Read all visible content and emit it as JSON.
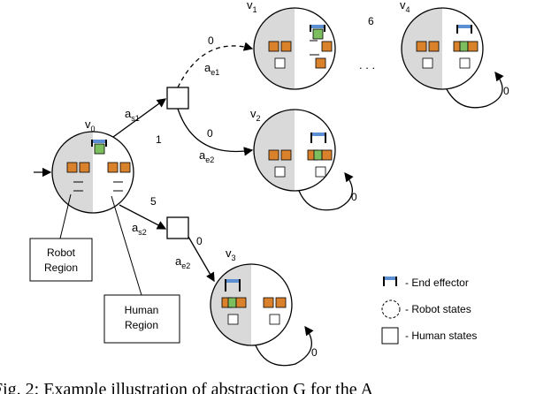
{
  "nodes": {
    "v0": {
      "name": "v",
      "sub": "0"
    },
    "v1": {
      "name": "v",
      "sub": "1"
    },
    "v2": {
      "name": "v",
      "sub": "2"
    },
    "v3": {
      "name": "v",
      "sub": "3"
    },
    "v4": {
      "name": "v",
      "sub": "4"
    }
  },
  "edges": {
    "as1": {
      "name": "a",
      "sub": "s1"
    },
    "as2": {
      "name": "a",
      "sub": "s2"
    },
    "ae1": {
      "name": "a",
      "sub": "e1"
    },
    "ae2": {
      "name": "a",
      "sub": "e2"
    },
    "ae2b": {
      "name": "a",
      "sub": "e2"
    },
    "w_as1": "1",
    "w_as2": "5",
    "w_ae1": "0",
    "w_ae2": "0",
    "w_ae2b": "0",
    "w_loop_v2": "0",
    "w_loop_v3": "0",
    "w_loop_v4": "0",
    "w_v1_v4": "6",
    "dots": ". . ."
  },
  "callouts": {
    "robot": [
      "Robot",
      "Region"
    ],
    "human": [
      "Human",
      "Region"
    ]
  },
  "legend": {
    "end_effector": "- End effector",
    "robot_states": "- Robot states",
    "human_states": "- Human states"
  },
  "caption": "Fig. 2: Example illustration of abstraction G for the A",
  "colors": {
    "orange": "#d9822b",
    "green": "#7dbf5e",
    "blue": "#5b8fd1",
    "gray": "#d9d9d9"
  }
}
